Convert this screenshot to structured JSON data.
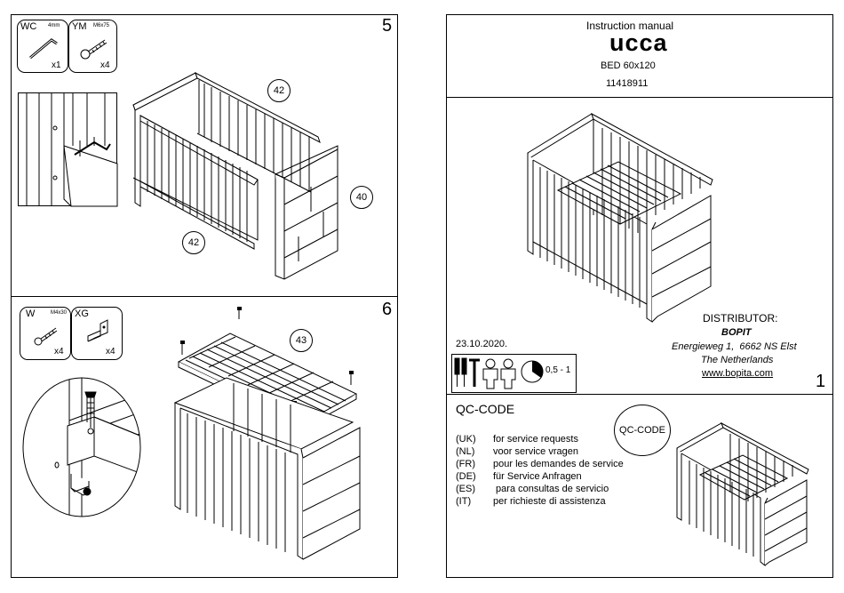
{
  "left": {
    "step5": {
      "number": "5",
      "parts": [
        {
          "code": "WC",
          "size": "4mm",
          "qty": "x1",
          "icon": "allen-key-icon"
        },
        {
          "code": "YM",
          "size": "M6x75",
          "qty": "x4",
          "icon": "bolt-icon"
        }
      ],
      "callouts": [
        "42",
        "40",
        "42"
      ]
    },
    "step6": {
      "number": "6",
      "parts": [
        {
          "code": "W",
          "size": "M4x30",
          "qty": "x4",
          "icon": "screw-icon"
        },
        {
          "code": "XG",
          "size": "",
          "qty": "x4",
          "icon": "bracket-icon"
        }
      ],
      "callouts": [
        "43"
      ]
    }
  },
  "right": {
    "header": {
      "doc_type": "Instruction manual",
      "product": "ucca",
      "model": "BED 60x120",
      "code": "11418911"
    },
    "date": "23.10.2020.",
    "tools": {
      "time": "0,5 - 1"
    },
    "distributor": {
      "label": "DISTRIBUTOR:",
      "name": "BOPIT",
      "address": "Energieweg 1,  6662 NS Elst",
      "country": "The Netherlands",
      "url": "www.bopita.com"
    },
    "page_number": "1",
    "qc": {
      "title": "QC-CODE",
      "badge": "QC-CODE",
      "languages": [
        {
          "code": "(UK)",
          "text": "for service requests"
        },
        {
          "code": "(NL)",
          "text": "voor service vragen"
        },
        {
          "code": "(FR)",
          "text": "pour les demandes de service"
        },
        {
          "code": "(DE)",
          "text": "für Service Anfragen"
        },
        {
          "code": "(ES)",
          "text": " para consultas de servicio"
        },
        {
          "code": "(IT)",
          "text": "per richieste di assistenza"
        }
      ]
    }
  }
}
